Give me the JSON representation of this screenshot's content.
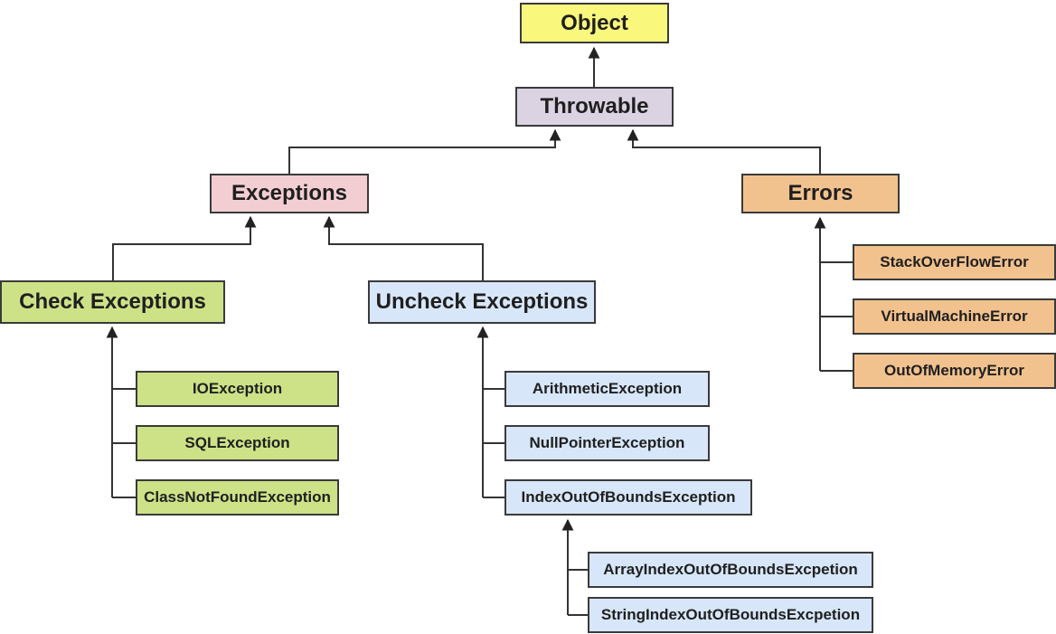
{
  "diagram_type": "hierarchy",
  "nodes": {
    "object": {
      "label": "Object",
      "color": "#FAF87C"
    },
    "throwable": {
      "label": "Throwable",
      "color": "#DBD2E2"
    },
    "exceptions": {
      "label": "Exceptions",
      "color": "#F2CED3"
    },
    "errors": {
      "label": "Errors",
      "color": "#F2C28E"
    },
    "check_exceptions": {
      "label": "Check Exceptions",
      "color": "#CDE287"
    },
    "uncheck_exceptions": {
      "label": "Uncheck Exceptions",
      "color": "#D7E6F8"
    },
    "io_exception": {
      "label": "IOException",
      "color": "#CDE287"
    },
    "sql_exception": {
      "label": "SQLException",
      "color": "#CDE287"
    },
    "class_not_found_exception": {
      "label": "ClassNotFoundException",
      "color": "#CDE287"
    },
    "arithmetic_exception": {
      "label": "ArithmeticException",
      "color": "#D7E6F8"
    },
    "null_pointer_exception": {
      "label": "NullPointerException",
      "color": "#D7E6F8"
    },
    "index_out_of_bounds_exception": {
      "label": "IndexOutOfBoundsException",
      "color": "#D7E6F8"
    },
    "array_index_out_of_bounds_excpetion": {
      "label": "ArrayIndexOutOfBoundsExcpetion",
      "color": "#D7E6F8"
    },
    "string_index_out_of_bounds_excpetion": {
      "label": "StringIndexOutOfBoundsExcpetion",
      "color": "#D7E6F8"
    },
    "stack_overflow_error": {
      "label": "StackOverFlowError",
      "color": "#F2C28E"
    },
    "virtual_machine_error": {
      "label": "VirtualMachineError",
      "color": "#F2C28E"
    },
    "out_of_memory_error": {
      "label": "OutOfMemoryError",
      "color": "#F2C28E"
    }
  },
  "edges": [
    {
      "from": "throwable",
      "to": "object"
    },
    {
      "from": "exceptions",
      "to": "throwable"
    },
    {
      "from": "errors",
      "to": "throwable"
    },
    {
      "from": "check_exceptions",
      "to": "exceptions"
    },
    {
      "from": "uncheck_exceptions",
      "to": "exceptions"
    },
    {
      "from": "io_exception",
      "to": "check_exceptions"
    },
    {
      "from": "sql_exception",
      "to": "check_exceptions"
    },
    {
      "from": "class_not_found_exception",
      "to": "check_exceptions"
    },
    {
      "from": "arithmetic_exception",
      "to": "uncheck_exceptions"
    },
    {
      "from": "null_pointer_exception",
      "to": "uncheck_exceptions"
    },
    {
      "from": "index_out_of_bounds_exception",
      "to": "uncheck_exceptions"
    },
    {
      "from": "array_index_out_of_bounds_excpetion",
      "to": "index_out_of_bounds_exception"
    },
    {
      "from": "string_index_out_of_bounds_excpetion",
      "to": "index_out_of_bounds_exception"
    },
    {
      "from": "stack_overflow_error",
      "to": "errors"
    },
    {
      "from": "virtual_machine_error",
      "to": "errors"
    },
    {
      "from": "out_of_memory_error",
      "to": "errors"
    }
  ],
  "colors": {
    "background": "#ffffff",
    "node_border": "#3a3a3a",
    "connector": "#333333",
    "text": "#1f1f1f"
  }
}
